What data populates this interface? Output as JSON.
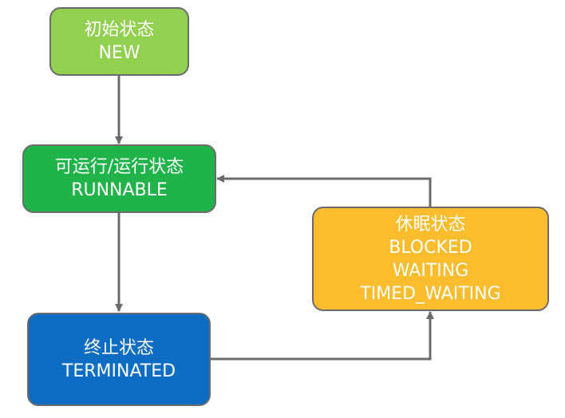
{
  "diagram": {
    "type": "state-flow",
    "nodes": {
      "new": {
        "label_cn": "初始状态",
        "label_en": "NEW",
        "color": "#92d050"
      },
      "runnable": {
        "label_cn": "可运行/运行状态",
        "label_en": "RUNNABLE",
        "color": "#1fb34a"
      },
      "blocked": {
        "label_cn": "休眠状态",
        "label_en_1": "BLOCKED",
        "label_en_2": "WAITING",
        "label_en_3": "TIMED_WAITING",
        "color": "#fbbd2d"
      },
      "terminated": {
        "label_cn": "终止状态",
        "label_en": "TERMINATED",
        "color": "#0c6dc3"
      }
    },
    "edges": [
      {
        "from": "new",
        "to": "runnable"
      },
      {
        "from": "runnable",
        "to": "terminated"
      },
      {
        "from": "terminated",
        "to": "blocked"
      },
      {
        "from": "blocked",
        "to": "runnable"
      }
    ],
    "edge_color": "#6b6b6b"
  }
}
